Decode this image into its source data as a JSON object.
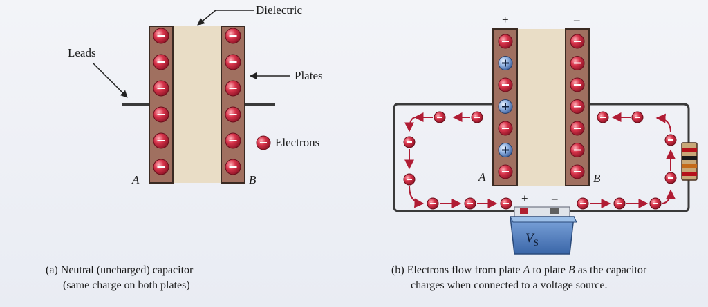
{
  "panel_a": {
    "labels": {
      "dielectric": "Dielectric",
      "leads": "Leads",
      "plates": "Plates",
      "electrons": "Electrons",
      "plate_a": "A",
      "plate_b": "B"
    },
    "caption_line1": "(a) Neutral (uncharged) capacitor",
    "caption_line2": "(same charge on both plates)"
  },
  "panel_b": {
    "labels": {
      "plus_terminal": "+",
      "minus_terminal": "–",
      "plate_a": "A",
      "plate_b": "B",
      "battery_plus": "+",
      "battery_minus": "–",
      "source": "V",
      "source_sub": "S"
    },
    "caption_prefix": "(b) Electrons flow from plate ",
    "caption_a": "A",
    "caption_mid": " to plate ",
    "caption_b": "B",
    "caption_suffix": " as the capacitor",
    "caption_line2": "charges when connected to a voltage source."
  },
  "colors": {
    "plate": "#a07060",
    "dielectric": "#e9ddc6",
    "electron": "#c8243c",
    "proton": "#5f86c4",
    "wire": "#3a3a3a",
    "arrow": "#b01c34",
    "battery": "#4a78b8"
  }
}
